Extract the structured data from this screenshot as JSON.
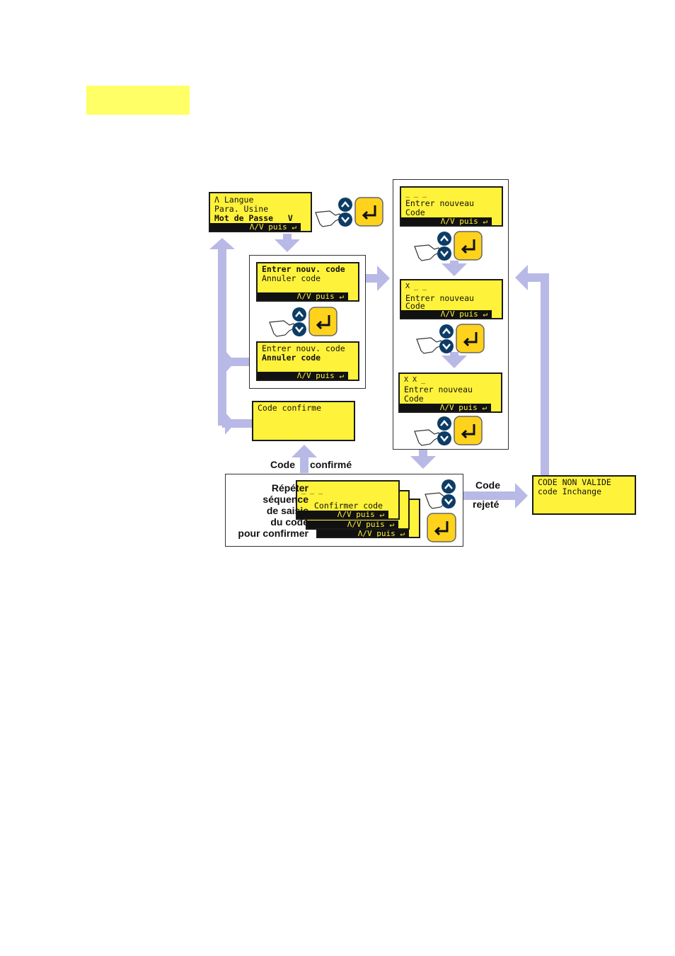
{
  "diagram": {
    "screens": {
      "menu": {
        "line1": "Λ Langue",
        "line2": "Para. Usine",
        "line3": "Mot de Passe   V",
        "bar": "Λ/V puis ↵"
      },
      "opt1": {
        "line1": "Entrer nouv. code",
        "line2": "Annuler code",
        "bar": "Λ/V puis ↵"
      },
      "opt2": {
        "line1": "Entrer nouv. code",
        "line2": "Annuler code",
        "bar": "Λ/V puis ↵"
      },
      "confirmed": {
        "line1": "Code confirme"
      },
      "new0": {
        "line0": "_ _ _",
        "line1": "Entrer nouveau",
        "line2": "Code",
        "bar": "Λ/V puis ↵"
      },
      "new1": {
        "line0": "X _ _",
        "line1": "Entrer nouveau",
        "line2": "Code",
        "bar": "Λ/V puis ↵"
      },
      "new2": {
        "line0": "X X _",
        "line1": "Entrer nouveau",
        "line2": "Code",
        "bar": "Λ/V puis ↵"
      },
      "confirm": {
        "line0": "_ _ _",
        "line1": "Confirmer code",
        "bar": "Λ/V puis ↵",
        "bar2": "Λ/V puis ↵",
        "bar3": "Λ/V puis ↵"
      },
      "invalid": {
        "line1": "CODE NON VALIDE",
        "line2": "code Inchange"
      }
    },
    "labels": {
      "code": "Code",
      "confirme": "confirmé",
      "repeat": "Répéter\nséquence\nde saisie\ndu code\npour confirmer",
      "code2": "Code",
      "rejete": "rejeté"
    }
  },
  "colors": {
    "lcd": "#fff23a",
    "arrow": "#b8b9e6",
    "key_blue": "#0d3d66",
    "key_yellow": "#ffd21c"
  },
  "icons": [
    "hand-pointer-icon",
    "chevron-up-icon",
    "chevron-down-icon",
    "enter-key-icon"
  ]
}
